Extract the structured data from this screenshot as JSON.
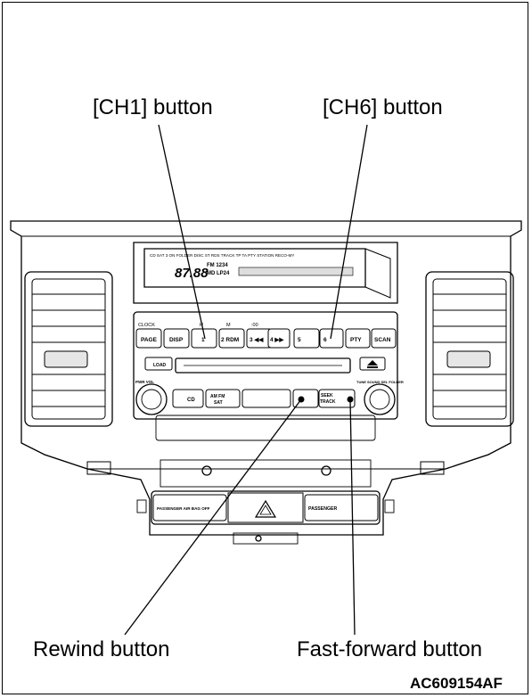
{
  "callouts": {
    "ch1": "[CH1] button",
    "ch6": "[CH6] button",
    "rewind": "Rewind button",
    "fastforward": "Fast-forward button"
  },
  "figure_code": "AC609154AF",
  "panel": {
    "lcd_header": "CD SAT 3 ON    FOLDER DISC ST RDS TRACK TP TA PTY STATION RECO-MY",
    "lcd_line1": "FM 1234",
    "lcd_line2": "MD LP24",
    "lcd_digits": "87.88",
    "top_small": {
      "clock": "CLOCK",
      "h": "H",
      "m": "M",
      "i00": ":00"
    },
    "buttons": {
      "page": "PAGE",
      "disp": "DISP",
      "ch1": "1",
      "ch2": "2 RDM",
      "ch3": "3 ◀◀",
      "ch4": "4 ▶▶",
      "ch5": "5",
      "ch6": "6",
      "pty": "PTY",
      "scan": "SCAN",
      "load": "LOAD",
      "cd": "CD",
      "amfm": "AM FM",
      "sat": "SAT",
      "seek": "SEEK",
      "track": "TRACK",
      "passenger_airbag": "PASSENGER AIR BAG OFF",
      "passenger": "PASSENGER"
    },
    "knob_left": "PWR VOL",
    "knob_right": "TUNE SOUND SEL FOLDER"
  }
}
